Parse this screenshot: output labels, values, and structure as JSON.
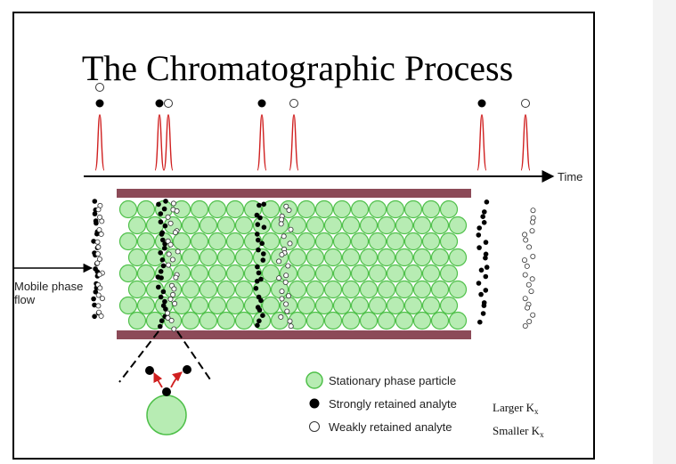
{
  "slide": {
    "title": "The Chromatographic Process"
  },
  "diagram": {
    "time_label": "Time",
    "flow_label_line1": "Mobile phase",
    "flow_label_line2": "flow",
    "colors": {
      "particle_fill": "#b7ecb3",
      "particle_stroke": "#4fc04a",
      "column_wall": "#8c4a58",
      "peak": "#d02020",
      "strong_analyte": "#000000",
      "weak_analyte": "#ffffff"
    },
    "legend": [
      {
        "icon": "stationary-particle-icon",
        "label": "Stationary phase particle",
        "note": ""
      },
      {
        "icon": "strong-analyte-icon",
        "label": "Strongly retained analyte",
        "note": "Larger K",
        "note_sub": "x"
      },
      {
        "icon": "weak-analyte-icon",
        "label": "Weakly retained analyte",
        "note": "Smaller K",
        "note_sub": "x"
      }
    ]
  }
}
